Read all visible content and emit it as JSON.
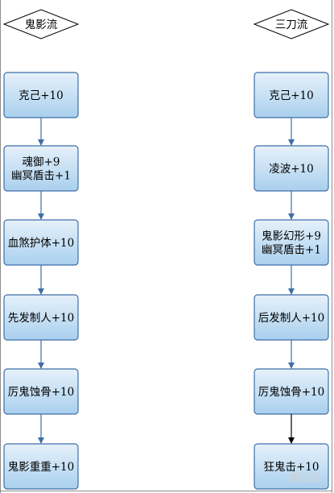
{
  "colors": {
    "box_fill_top": "#e6f1fa",
    "box_fill_bottom": "#a9d0ee",
    "box_stroke": "#3f6ea8",
    "arrow_blue": "#3f6ea8",
    "arrow_black": "#000000",
    "frame": "#8c8c8c"
  },
  "columns": {
    "left": {
      "header": "鬼影流",
      "steps": [
        [
          "克己+10"
        ],
        [
          "魂御+9",
          "幽冥盾击+1"
        ],
        [
          "血煞护体+10"
        ],
        [
          "先发制人+10"
        ],
        [
          "厉鬼蚀骨+10"
        ],
        [
          "鬼影重重+10"
        ]
      ],
      "arrow_colors": [
        "blue",
        "blue",
        "blue",
        "blue",
        "blue"
      ]
    },
    "right": {
      "header": "三刀流",
      "steps": [
        [
          "克己+10"
        ],
        [
          "凌波+10"
        ],
        [
          "鬼影幻形+9",
          "幽冥盾击+1"
        ],
        [
          "后发制人+10"
        ],
        [
          "厉鬼蚀骨+10"
        ],
        [
          "狂鬼击+10"
        ]
      ],
      "arrow_colors": [
        "blue",
        "blue",
        "blue",
        "blue",
        "black"
      ]
    }
  },
  "watermark": {
    "text": "酷乐米",
    "type": "logo"
  }
}
